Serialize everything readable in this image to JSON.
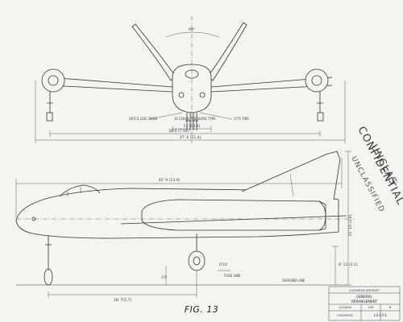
{
  "figure_label": "FIG. 13",
  "front_view": {
    "dihedral_angle": "90°",
    "dim_center": "11'4(3.5)",
    "dim_gear": "26'0 (7.92)",
    "dim_span": "37' 4 (11.4)",
    "label_left": "26'0.5 LUG. BASE",
    "label_mid": "32 COHN PRESSURE TYPE",
    "label_right": "17'6 TIRE"
  },
  "side_view": {
    "dim_length": "45' 9 (13.9)",
    "dim_wheelbase": "18' 7(5.7)",
    "dim_height": "11' 10 (3.6)",
    "dim_tail_height": "6' 11 (2.1)",
    "dim_small_a": "2'0",
    "dim_small_b": "0'10",
    "label_fuselage_line": "FUSE LINE",
    "label_ground_line": "GROUND LINE"
  },
  "title_block": {
    "company": "LOCKHEED AIRCRAFT",
    "title_1": "GENERAL",
    "title_2": "ARRANGEMENT",
    "model_no": "159",
    "ref_1": "12/18/44",
    "ref_2": "B",
    "drawing_no": "L3-13-1",
    "maker": "LOCKHEED"
  },
  "stamps": {
    "line_1": "UNCLAS",
    "line_2": "CONFIDENTIAL",
    "line_3": "UNCLASSIFIED"
  }
}
